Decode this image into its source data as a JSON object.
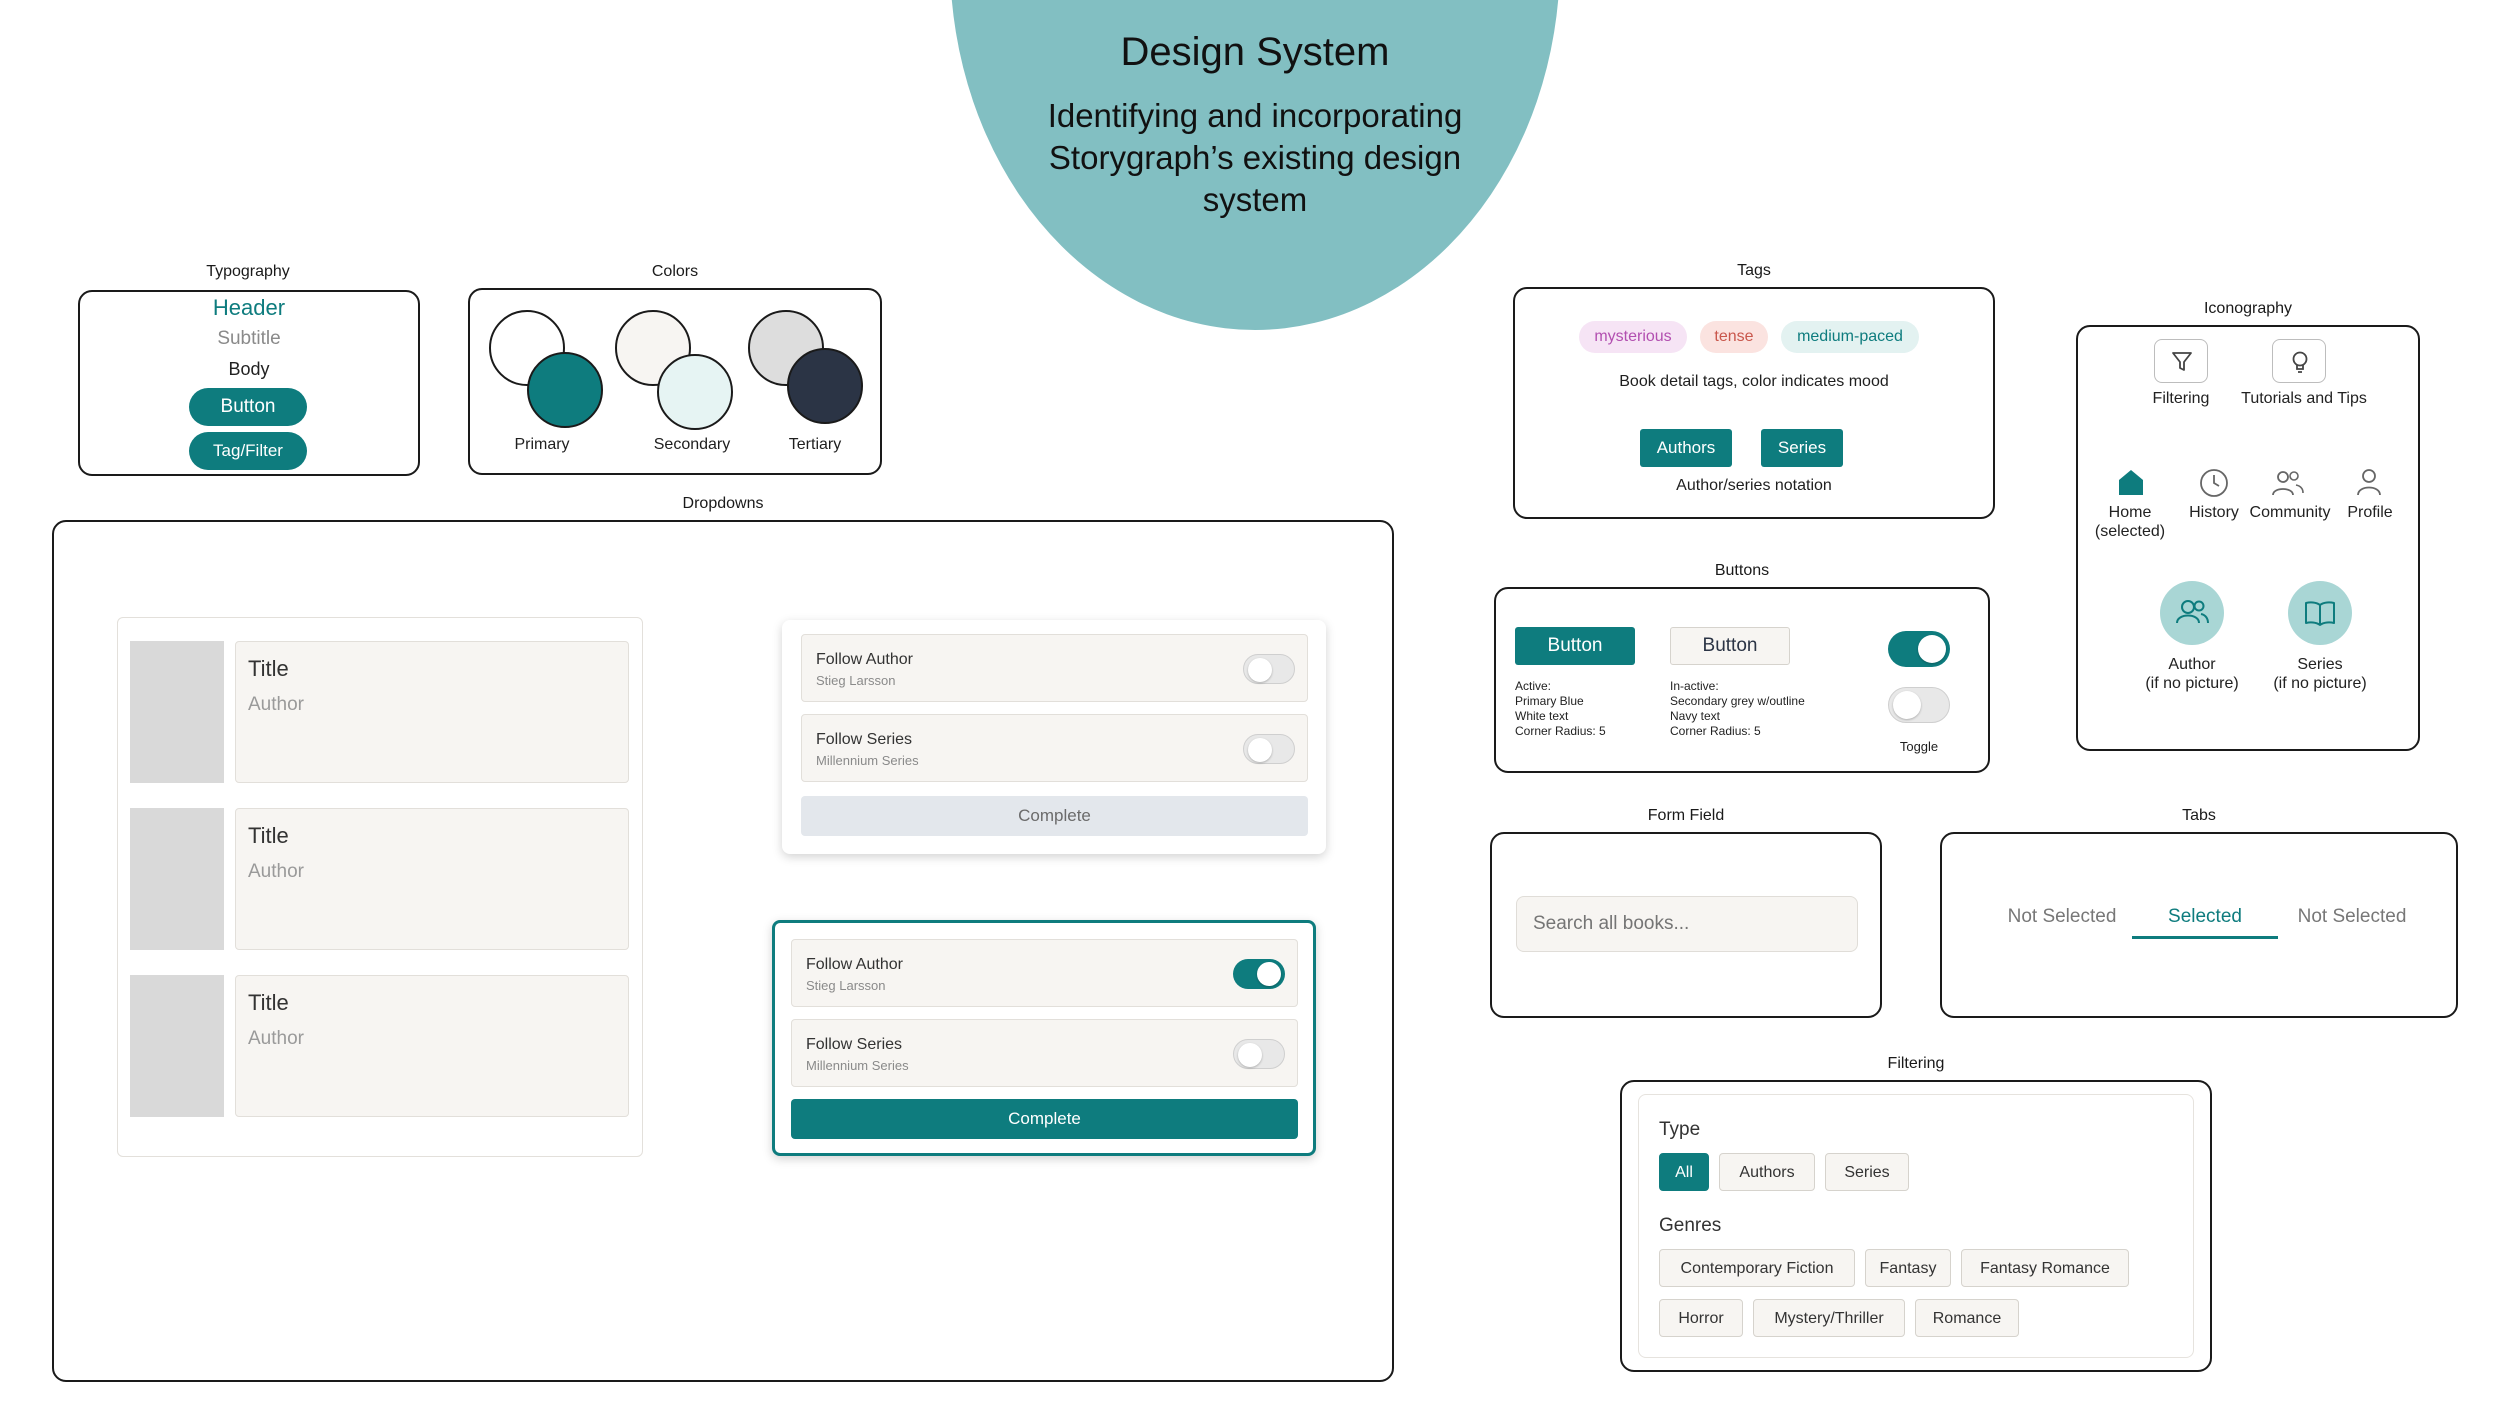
{
  "hero": {
    "title": "Design System",
    "subtitle": "Identifying and incorporating Storygraph’s existing design system"
  },
  "typography": {
    "label": "Typography",
    "header": "Header",
    "subtitle": "Subtitle",
    "body": "Body",
    "button": "Button",
    "tag": "Tag/Filter"
  },
  "colors": {
    "label": "Colors",
    "swatches": [
      {
        "name": "Primary",
        "a": "#ffffff",
        "b": "#0e7c7e"
      },
      {
        "name": "Secondary",
        "a": "#f7f5f2",
        "b": "#e6f4f3"
      },
      {
        "name": "Tertiary",
        "a": "#dddddd",
        "b": "#2b3445"
      }
    ]
  },
  "dropdowns": {
    "label": "Dropdowns",
    "books": [
      {
        "title": "Title",
        "author": "Author"
      },
      {
        "title": "Title",
        "author": "Author"
      },
      {
        "title": "Title",
        "author": "Author"
      }
    ],
    "menu1": {
      "author_title": "Follow Author",
      "author_name": "Stieg Larsson",
      "series_title": "Follow Series",
      "series_name": "Millennium Series",
      "complete": "Complete"
    },
    "menu2": {
      "author_title": "Follow Author",
      "author_name": "Stieg Larsson",
      "series_title": "Follow Series",
      "series_name": "Millennium Series",
      "complete": "Complete"
    }
  },
  "tags": {
    "label": "Tags",
    "mood_tags": [
      "mysterious",
      "tense",
      "medium-paced"
    ],
    "mood_caption": "Book detail tags, color indicates mood",
    "notation_buttons": [
      "Authors",
      "Series"
    ],
    "notation_caption": "Author/series notation"
  },
  "buttons": {
    "label": "Buttons",
    "active_button": "Button",
    "inactive_button": "Button",
    "active_desc": [
      "Active:",
      "Primary Blue",
      "White text",
      "Corner Radius: 5"
    ],
    "inactive_desc": [
      "In-active:",
      "Secondary grey w/outline",
      "Navy text",
      "Corner Radius: 5"
    ],
    "toggle_label": "Toggle"
  },
  "iconography": {
    "label": "Iconography",
    "filtering": "Filtering",
    "tutorials": "Tutorials and Tips",
    "home": "Home",
    "home_note": "(selected)",
    "history": "History",
    "community": "Community",
    "profile": "Profile",
    "author": "Author",
    "author_note": "(if no picture)",
    "series": "Series",
    "series_note": "(if no picture)"
  },
  "form_field": {
    "label": "Form Field",
    "placeholder": "Search all books..."
  },
  "tabs": {
    "label": "Tabs",
    "items": [
      "Not Selected",
      "Selected",
      "Not Selected"
    ]
  },
  "filtering": {
    "label": "Filtering",
    "type_heading": "Type",
    "type_chips": [
      "All",
      "Authors",
      "Series"
    ],
    "genres_heading": "Genres",
    "genre_row1": [
      "Contemporary Fiction",
      "Fantasy",
      "Fantasy Romance"
    ],
    "genre_row2": [
      "Horror",
      "Mystery/Thriller",
      "Romance"
    ]
  },
  "palette": {
    "teal": "#0e7c7e",
    "hero": "#82bfc2",
    "card_bg": "#f7f5f2"
  }
}
